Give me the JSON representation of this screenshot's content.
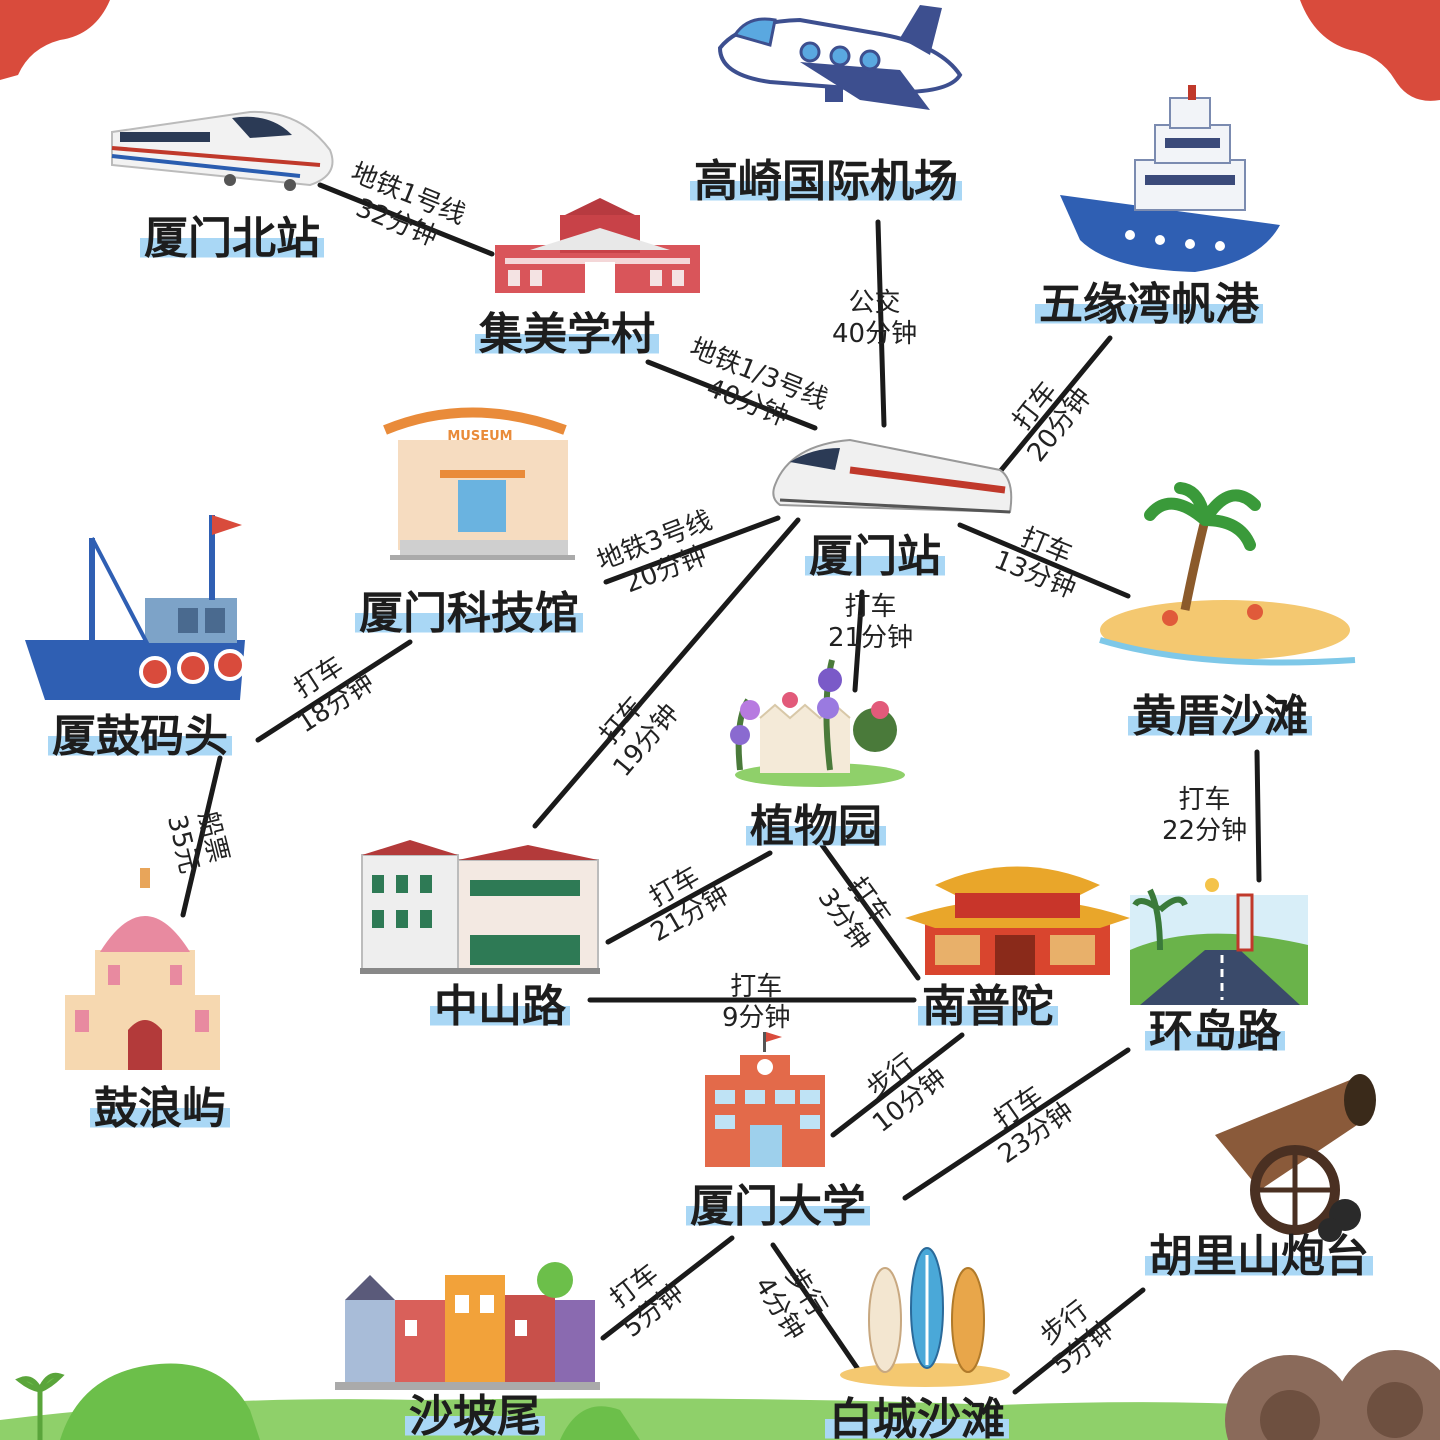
{
  "colors": {
    "route_line": "#1a1a1a",
    "label_highlight": "#a9d7f5",
    "corner_red": "#d94b3c",
    "ground_green": "#6cbf4a",
    "bear_brown": "#7a5a4a"
  },
  "places": {
    "xiamen_north": "厦门北站",
    "gaoqi_airport": "高崎国际机场",
    "jimei": "集美学村",
    "wuyuan_port": "五缘湾帆港",
    "science_museum": "厦门科技馆",
    "xiamen_station": "厦门站",
    "xiagu_pier": "厦鼓码头",
    "huangcuo_beach": "黄厝沙滩",
    "botanical_garden": "植物园",
    "gulangyu": "鼓浪屿",
    "zhongshan_road": "中山路",
    "nanputuo": "南普陀",
    "huandao_road": "环岛路",
    "xiamen_university": "厦门大学",
    "hulishan_fort": "胡里山炮台",
    "shapowei": "沙坡尾",
    "baicheng_beach": "白城沙滩"
  },
  "routes": [
    {
      "id": "north-jimei",
      "mode": "地铁1号线",
      "time": "32分钟"
    },
    {
      "id": "airport-station",
      "mode": "公交",
      "time": "40分钟"
    },
    {
      "id": "jimei-station",
      "mode": "地铁1/3号线",
      "time": "40分钟"
    },
    {
      "id": "wuyuan-station",
      "mode": "打车",
      "time": "20分钟"
    },
    {
      "id": "museum-station",
      "mode": "地铁3号线",
      "time": "20分钟"
    },
    {
      "id": "station-huangcuo",
      "mode": "打车",
      "time": "13分钟"
    },
    {
      "id": "station-botanical",
      "mode": "打车",
      "time": "21分钟"
    },
    {
      "id": "pier-museum",
      "mode": "打车",
      "time": "18分钟"
    },
    {
      "id": "station-zhongshan",
      "mode": "打车",
      "time": "19分钟"
    },
    {
      "id": "pier-gulangyu",
      "mode": "船票",
      "time": "35元"
    },
    {
      "id": "huangcuo-huandao",
      "mode": "打车",
      "time": "22分钟"
    },
    {
      "id": "zhongshan-botanical",
      "mode": "打车",
      "time": "21分钟"
    },
    {
      "id": "botanical-nanputuo",
      "mode": "打车",
      "time": "3分钟"
    },
    {
      "id": "zhongshan-nanputuo",
      "mode": "打车",
      "time": "9分钟"
    },
    {
      "id": "nanputuo-xmu",
      "mode": "步行",
      "time": "10分钟"
    },
    {
      "id": "huandao-xmu",
      "mode": "打车",
      "time": "23分钟"
    },
    {
      "id": "xmu-shapowei",
      "mode": "打车",
      "time": "5分钟"
    },
    {
      "id": "xmu-baicheng",
      "mode": "步行",
      "time": "4分钟"
    },
    {
      "id": "baicheng-hulishan",
      "mode": "步行",
      "time": "5分钟"
    }
  ],
  "icons": {
    "high_speed_train": "high-speed-train-icon",
    "airplane": "airplane-icon",
    "jimei_building": "jimei-building-icon",
    "cruise_ship": "cruise-ship-icon",
    "museum": "museum-icon",
    "museum_sign": "MUSEUM",
    "station_train": "station-train-icon",
    "fishing_boat": "fishing-boat-icon",
    "palm_island": "palm-island-icon",
    "garden": "garden-icon",
    "domed_building": "domed-building-icon",
    "arcade_building": "arcade-building-icon",
    "temple": "temple-icon",
    "coastal_road": "coastal-road-icon",
    "university_building": "university-building-icon",
    "cannon": "cannon-icon",
    "colorful_houses": "colorful-houses-icon",
    "surfboards": "surfboards-icon"
  }
}
